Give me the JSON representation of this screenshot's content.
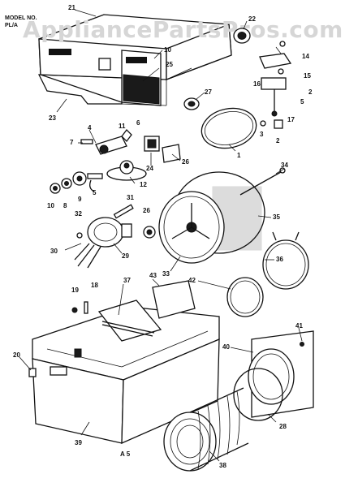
{
  "watermark": "AppliancePartsPros.com",
  "nameplate": {
    "line1": "MODEL NO.",
    "line2": "PL/A"
  },
  "footer_code": "A 5",
  "part_numbers": {
    "p21": "21",
    "p22": "22",
    "p10": "10",
    "p25": "25",
    "p14": "14",
    "p15": "15",
    "p16": "16",
    "p2a": "2",
    "p5": "5",
    "p17": "17",
    "p23": "23",
    "p27": "27",
    "p3": "3",
    "p2b": "2",
    "p1": "1",
    "p4": "4",
    "p11": "11",
    "p6": "6",
    "p7": "7",
    "p24": "24",
    "p26": "26",
    "p12": "12",
    "p34": "34",
    "p10b": "10",
    "p8": "8",
    "p9": "9",
    "p5b": "5",
    "p31": "31",
    "p32": "32",
    "p26b": "26",
    "p35": "35",
    "p30": "30",
    "p29": "29",
    "p33": "33",
    "p36": "36",
    "p42": "42",
    "p43": "43",
    "p37": "37",
    "p19": "19",
    "p18": "18",
    "p20": "20",
    "p41": "41",
    "p40": "40",
    "p28": "28",
    "p38": "38",
    "p39": "39"
  }
}
